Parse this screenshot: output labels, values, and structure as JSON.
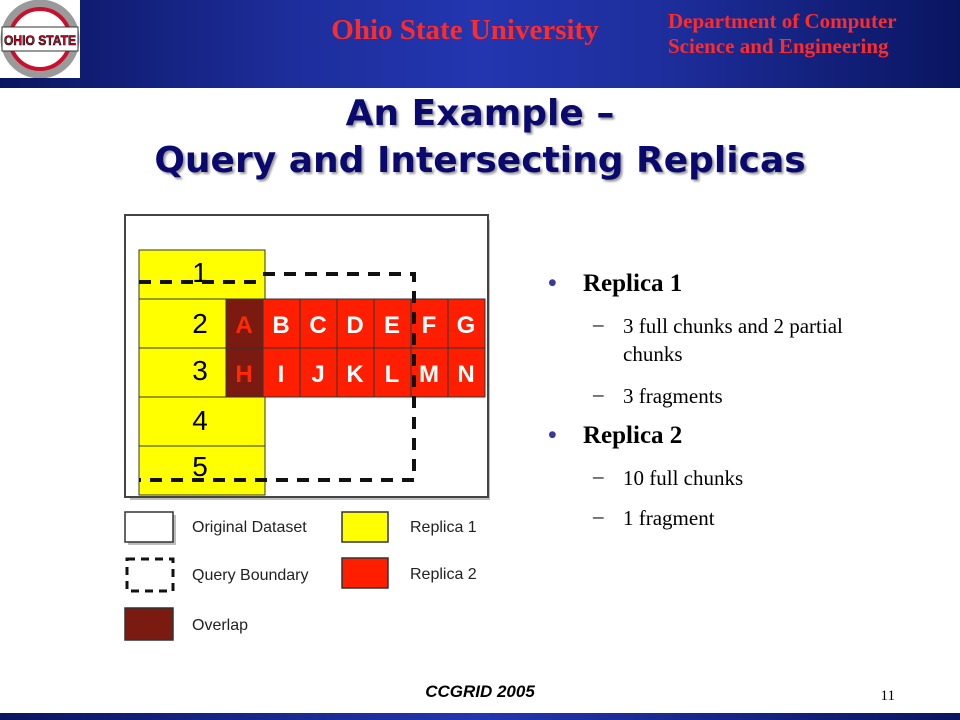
{
  "header": {
    "logo_text": "OHIO STATE",
    "university": "Ohio State University",
    "department_line1": "Department of Computer",
    "department_line2": "Science and Engineering"
  },
  "title_line1": "An Example –",
  "title_line2": "Query and Intersecting Replicas",
  "diagram": {
    "rows": [
      "1",
      "2",
      "3",
      "4",
      "5"
    ],
    "row2_cells": [
      "A",
      "B",
      "C",
      "D",
      "E",
      "F",
      "G"
    ],
    "row3_cells": [
      "H",
      "I",
      "J",
      "K",
      "L",
      "M",
      "N"
    ],
    "legend": {
      "original": "Original Dataset",
      "query": "Query Boundary",
      "overlap": "Overlap",
      "replica1": "Replica 1",
      "replica2": "Replica 2"
    },
    "colors": {
      "yellow": "#ffff00",
      "red": "#ff1f00",
      "overlap": "#7a1a10"
    }
  },
  "bullets": {
    "replica1": {
      "label": "Replica 1",
      "items": [
        "3 full chunks and 2 partial chunks",
        "3 fragments"
      ]
    },
    "replica2": {
      "label": "Replica 2",
      "items": [
        "10 full chunks",
        "1 fragment"
      ]
    },
    "bullet_symbol": "•",
    "dash_symbol": "–"
  },
  "footer": {
    "conference": "CCGRID 2005",
    "page_number": "11"
  }
}
